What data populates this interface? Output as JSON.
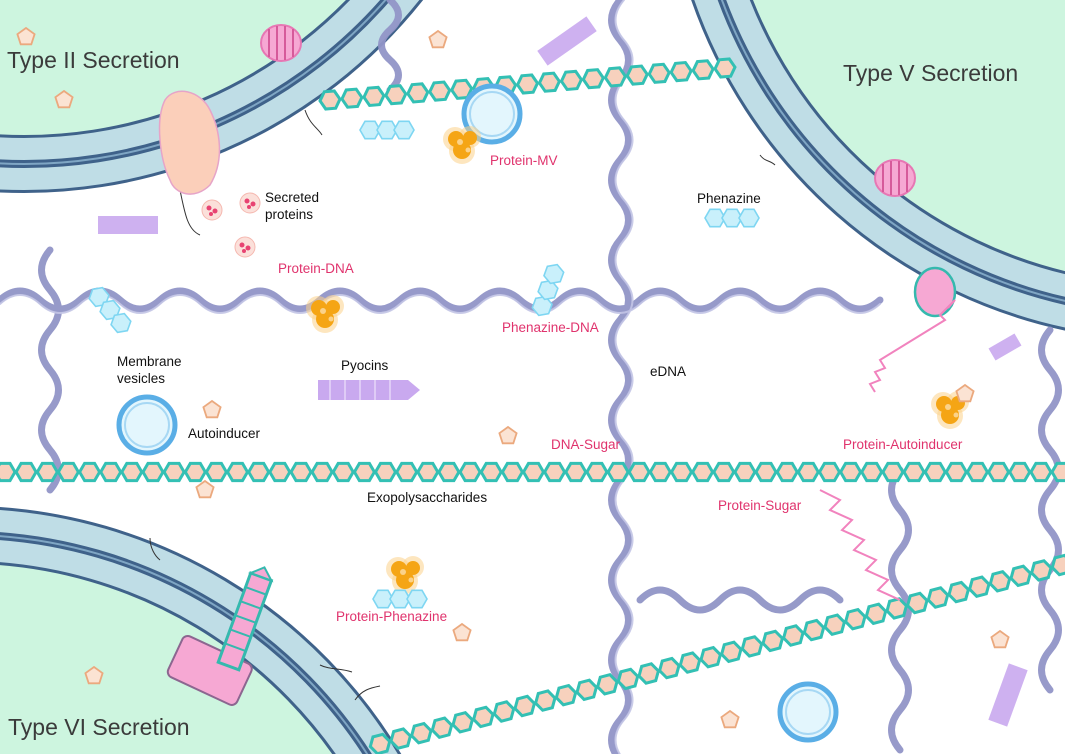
{
  "titles": {
    "type_ii": "Type II Secretion",
    "type_v": "Type V Secretion",
    "type_vi": "Type VI Secretion"
  },
  "components": {
    "secreted_proteins": [
      "Secreted",
      "proteins"
    ],
    "phenazine": "Phenazine",
    "membrane_vesicles": [
      "Membrane",
      "vesicles"
    ],
    "pyocins": "Pyocins",
    "autoinducer": "Autoinducer",
    "edna": "eDNA",
    "exopolysaccharides": "Exopolysaccharides"
  },
  "interactions": {
    "protein_mv": "Protein-MV",
    "protein_dna": "Protein-DNA",
    "phenazine_dna": "Phenazine-DNA",
    "dna_sugar": "DNA-Sugar",
    "protein_autoinducer": "Protein-Autoinducer",
    "protein_sugar": "Protein-Sugar",
    "protein_phenazine": "Protein-Phenazine"
  },
  "colors": {
    "cell": "#cdf5df",
    "membrane": "#3f628a",
    "membrane_fill": "#bfdde6",
    "edna": "#9195c7",
    "polysaccharide_ring": "#33c0b4",
    "polysaccharide_fill": "#f7d1bd",
    "vesicle": "#5aaee6",
    "protein": "#f5a515",
    "phenazine": "#7ed6f2",
    "pyocin": "#c9a9ef",
    "secretion_pink": "#f4a6cf",
    "label_pink": "#e0336d"
  }
}
